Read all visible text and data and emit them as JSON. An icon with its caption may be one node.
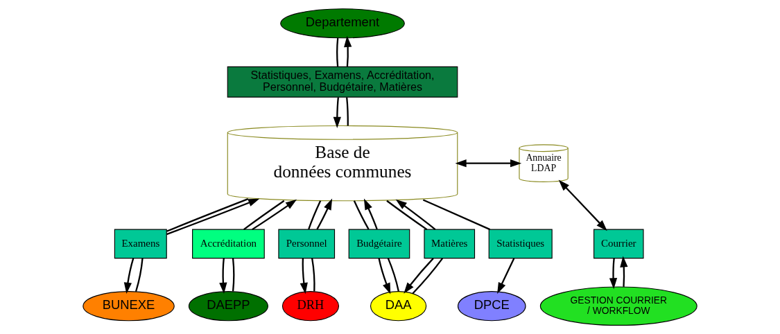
{
  "diagram": {
    "nodes": [
      {
        "text": [
          "Departement"
        ]
      },
      {
        "text": [
          "Statistiques, Examens, Accréditation, Personnel, Budgétaire, Matières"
        ]
      },
      {
        "text": [
          "DPCE"
        ]
      },
      {
        "text": [
          "BUNEXE"
        ]
      },
      {
        "text": [
          "DAEPP"
        ]
      },
      {
        "text": [
          "DRH"
        ]
      },
      {
        "text": [
          "DAA"
        ]
      },
      {
        "text": [
          "GESTION COURRIER / WORKFLOW"
        ]
      },
      {
        "text": [
          "Statistiques"
        ]
      },
      {
        "text": [
          "Examens"
        ]
      },
      {
        "text": [
          "Accréditation"
        ]
      },
      {
        "text": [
          "Personnel"
        ]
      },
      {
        "text": [
          "Budgétaire"
        ]
      },
      {
        "text": [
          "Matières"
        ]
      },
      {
        "text": [
          "Courrier"
        ]
      },
      {
        "text": [
          "Base de données communes"
        ]
      },
      {
        "text": [
          "Annuaire LDAP"
        ]
      }
    ],
    "edges": [
      {
        "from": 0,
        "to": 1,
        "arrow": "none"
      },
      {
        "from": 1,
        "to": 15,
        "arrow": "to"
      },
      {
        "from": 15,
        "to": 1,
        "arrow": "none"
      },
      {
        "from": 1,
        "to": 0,
        "arrow": "to"
      },
      {
        "from": 15,
        "to": 8,
        "arrow": "none"
      },
      {
        "from": 8,
        "to": 2,
        "arrow": "to"
      },
      {
        "from": 3,
        "to": 9,
        "arrow": "none"
      },
      {
        "from": 9,
        "to": 15,
        "arrow": "to"
      },
      {
        "from": 15,
        "to": 9,
        "arrow": "none"
      },
      {
        "from": 9,
        "to": 3,
        "arrow": "to"
      },
      {
        "from": 4,
        "to": 10,
        "arrow": "none"
      },
      {
        "from": 10,
        "to": 15,
        "arrow": "to"
      },
      {
        "from": 15,
        "to": 10,
        "arrow": "none"
      },
      {
        "from": 10,
        "to": 4,
        "arrow": "to"
      },
      {
        "from": 5,
        "to": 11,
        "arrow": "none"
      },
      {
        "from": 11,
        "to": 15,
        "arrow": "to"
      },
      {
        "from": 15,
        "to": 11,
        "arrow": "none"
      },
      {
        "from": 11,
        "to": 5,
        "arrow": "to"
      },
      {
        "from": 6,
        "to": 12,
        "arrow": "none"
      },
      {
        "from": 12,
        "to": 15,
        "arrow": "to"
      },
      {
        "from": 15,
        "to": 12,
        "arrow": "none"
      },
      {
        "from": 12,
        "to": 6,
        "arrow": "to"
      },
      {
        "from": 6,
        "to": 13,
        "arrow": "none"
      },
      {
        "from": 13,
        "to": 15,
        "arrow": "to"
      },
      {
        "from": 15,
        "to": 13,
        "arrow": "none"
      },
      {
        "from": 13,
        "to": 6,
        "arrow": "to"
      },
      {
        "from": 7,
        "to": 14,
        "arrow": "to"
      },
      {
        "from": 14,
        "to": 7,
        "arrow": "to"
      },
      {
        "from": 14,
        "to": 16,
        "arrow": "both"
      },
      {
        "from": 15,
        "to": 16,
        "arrow": "both"
      }
    ]
  }
}
